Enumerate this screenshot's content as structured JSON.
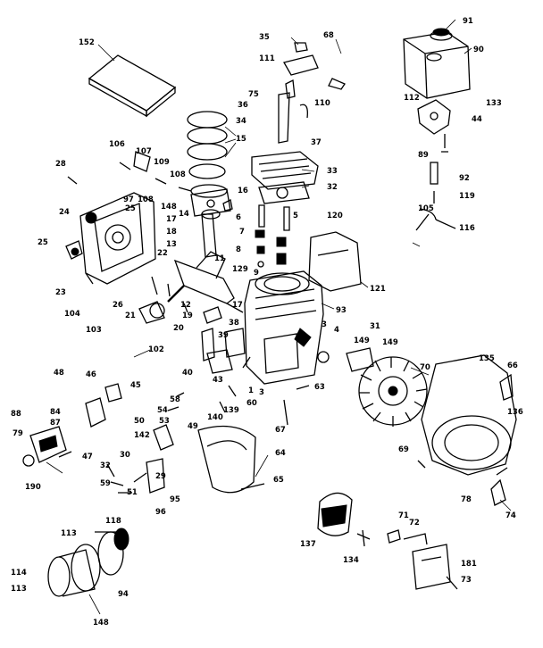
{
  "diagram": {
    "labels": [
      "152",
      "35",
      "68",
      "91",
      "90",
      "111",
      "75",
      "110",
      "112",
      "133",
      "44",
      "36",
      "34",
      "37",
      "15",
      "33",
      "32",
      "106",
      "107",
      "109",
      "108",
      "89",
      "92",
      "119",
      "28",
      "97",
      "108",
      "14",
      "148",
      "25",
      "16",
      "24",
      "17",
      "18",
      "6",
      "5",
      "7",
      "120",
      "105",
      "116",
      "13",
      "8",
      "11",
      "149",
      "25",
      "22",
      "129",
      "9",
      "121",
      "23",
      "26",
      "12",
      "93",
      "21",
      "19",
      "17",
      "38",
      "3",
      "31",
      "104",
      "20",
      "39",
      "149",
      "103",
      "102",
      "40",
      "43",
      "3",
      "4",
      "58",
      "135",
      "66",
      "70",
      "48",
      "46",
      "54",
      "60",
      "45",
      "139",
      "1",
      "140",
      "63",
      "136",
      "53",
      "64",
      "67",
      "84",
      "87",
      "50",
      "49",
      "142",
      "88",
      "79",
      "69",
      "47",
      "30",
      "32",
      "51",
      "59",
      "29",
      "190",
      "95",
      "96",
      "65",
      "78",
      "74",
      "118",
      "113",
      "71",
      "72",
      "137",
      "134",
      "181",
      "114",
      "113",
      "94",
      "148",
      "73"
    ]
  }
}
